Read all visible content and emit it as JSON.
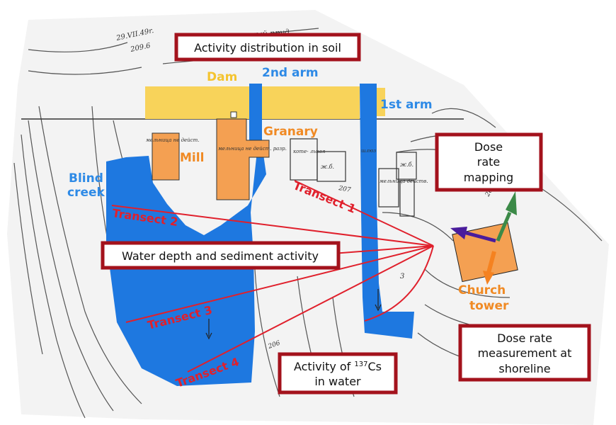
{
  "info_boxes": {
    "activity_soil": "Activity distribution in soil",
    "water_depth": "Water depth and sediment activity",
    "dose_mapping_1": "Dose",
    "dose_mapping_2": "rate",
    "dose_mapping_3": "mapping",
    "cs_water_1": "Activity of ",
    "cs_water_sup": "137",
    "cs_water_2": "Cs",
    "cs_water_3": "in water",
    "shoreline_1": "Dose rate",
    "shoreline_2": "measurement at",
    "shoreline_3": "shoreline"
  },
  "map_labels": {
    "dam": "Dam",
    "second_arm": "2nd arm",
    "first_arm": "1st arm",
    "granary": "Granary",
    "mill": "Mill",
    "blind_1": "Blind",
    "blind_2": "creek",
    "church_1": "Church",
    "church_2": "tower"
  },
  "transects": {
    "t1": "Transect 1",
    "t2": "Transect 2",
    "t3": "Transect 3",
    "t4": "Transect 4"
  },
  "map_annotations": {
    "date": "29.VII.49r.",
    "elev_top": "209.6",
    "top_text": "мельничный пруд",
    "b1": "мельница не дейст.",
    "b2": "мельница не дейст. разр.",
    "b3": "коте- льная",
    "b4": "ж.б.",
    "b5": "шлюз",
    "b6": "мельница действ.",
    "b7": "ж.б.",
    "elev_207": "207",
    "elev_2075": "207.5",
    "elev_3": "3",
    "elev_bottom": "206"
  },
  "colors": {
    "water": "#1E78E0",
    "dam": "#F8D35A",
    "buildings": "#F4A052",
    "transect": "#E0202C",
    "box_border": "#A3121C",
    "label_blue": "#2E8AE6",
    "label_orange": "#F08A24",
    "label_yellow": "#F4C430",
    "arrow_green": "#3C8A48",
    "arrow_purple": "#4A1C9C",
    "arrow_orange": "#F58220"
  }
}
